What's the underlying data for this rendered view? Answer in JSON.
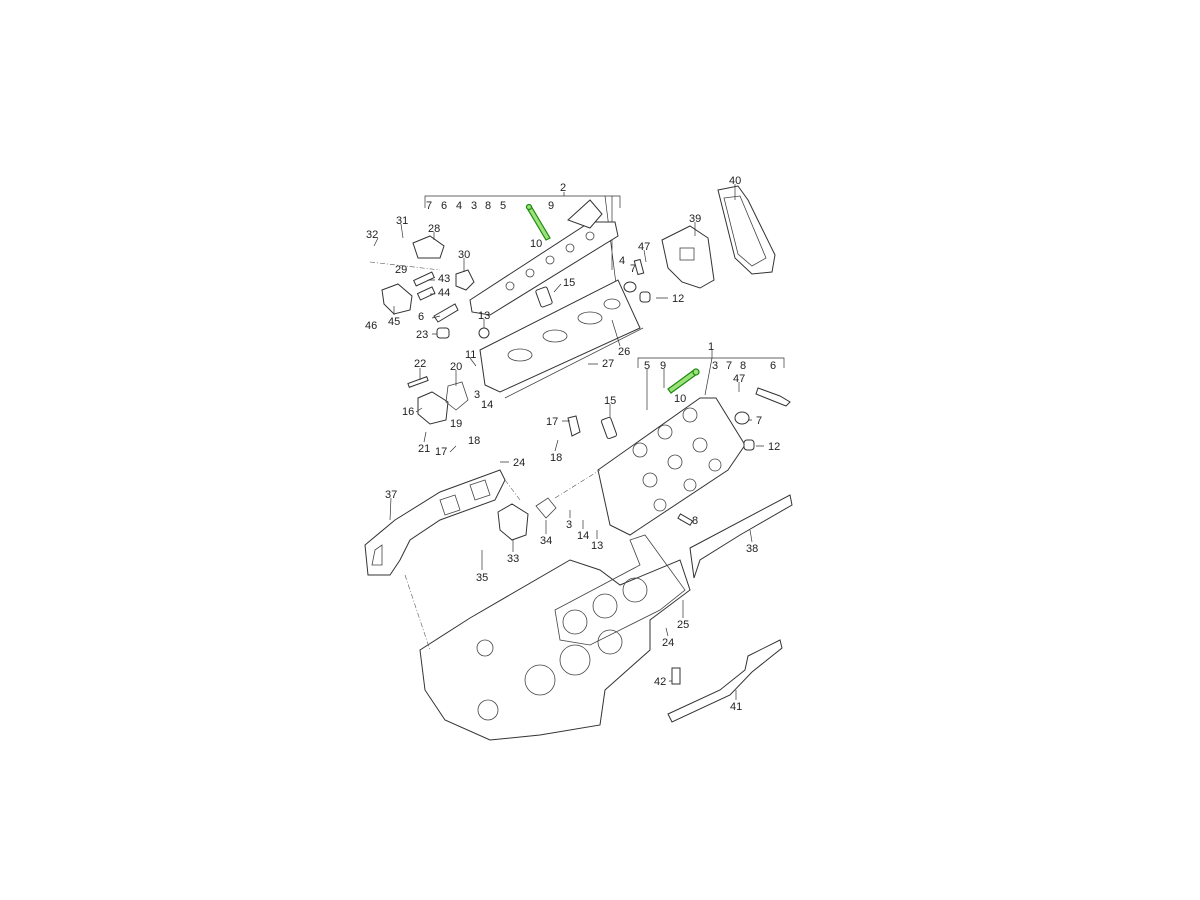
{
  "diagram": {
    "highlight_color": "#2eaa1a",
    "highlighted_part": "10",
    "callouts": {
      "upper_group": "2",
      "upper_group_items": [
        "7",
        "6",
        "4",
        "3",
        "8",
        "5",
        "9",
        "10"
      ],
      "lower_group": "1",
      "lower_group_items": [
        "5",
        "9",
        "3",
        "7",
        "8",
        "6",
        "10"
      ],
      "parts": [
        "40",
        "39",
        "47",
        "4",
        "7",
        "12",
        "15",
        "31",
        "28",
        "32",
        "30",
        "29",
        "43",
        "44",
        "45",
        "46",
        "6",
        "23",
        "13",
        "11",
        "26",
        "27",
        "3",
        "14",
        "22",
        "20",
        "16",
        "19",
        "21",
        "17",
        "18",
        "24",
        "47",
        "7",
        "12",
        "15",
        "17",
        "18",
        "37",
        "33",
        "34",
        "3",
        "14",
        "13",
        "35",
        "8",
        "38",
        "25",
        "24",
        "42",
        "41"
      ]
    }
  }
}
